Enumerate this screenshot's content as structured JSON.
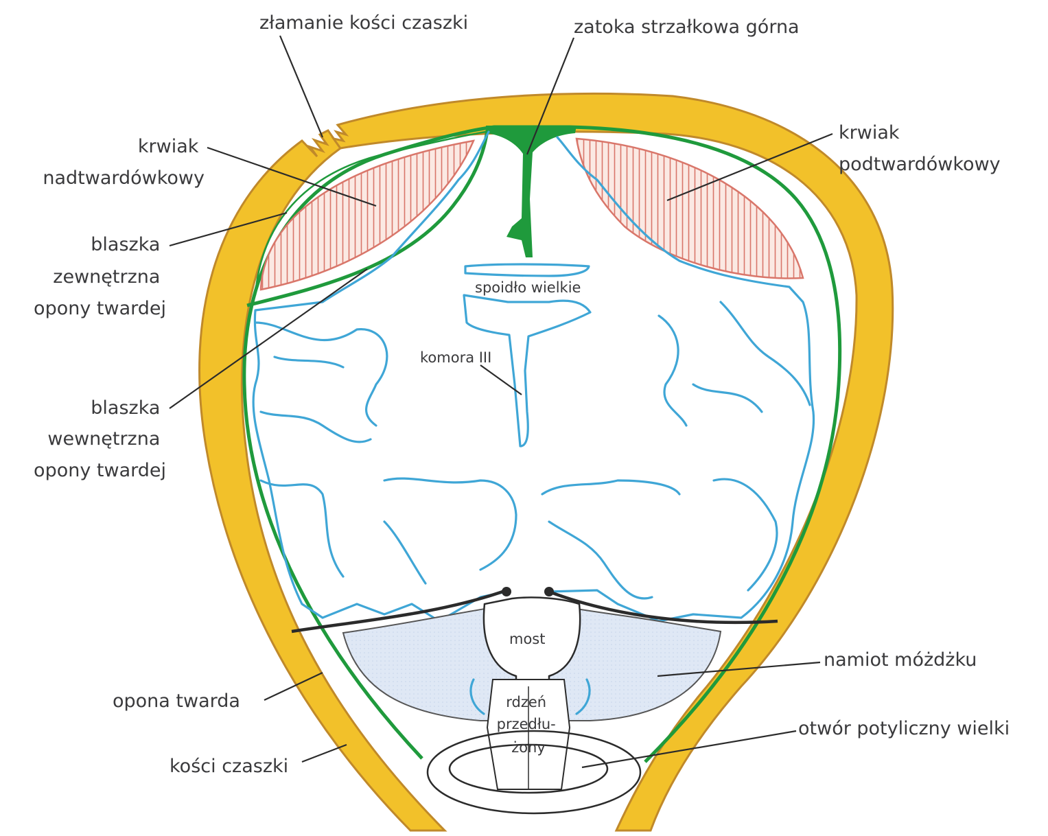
{
  "labels": {
    "skull_fracture": "złamanie kości czaszki",
    "superior_sagittal_sinus": "zatoka strzałkowa górna",
    "epidural_hematoma": [
      "krwiak",
      "nadtwardówkowy"
    ],
    "subdural_hematoma": [
      "krwiak",
      "podtwardówkowy"
    ],
    "outer_dura_layer": [
      "blaszka",
      "zewnętrzna",
      "opony twardej"
    ],
    "inner_dura_layer": [
      "blaszka",
      "wewnętrzna",
      "opony twardej"
    ],
    "corpus_callosum": "spoidło wielkie",
    "third_ventricle": "komora III",
    "pons": "most",
    "tentorium": "namiot móżdżku",
    "dura_mater": "opona twarda",
    "medulla": [
      "rdzeń",
      "przedłu-",
      "żony"
    ],
    "foramen_magnum": "otwór potyliczny wielki",
    "skull_bones": "kości czaszki"
  },
  "colors": {
    "bone": "#f2c12a",
    "dura": "#1f9a3c",
    "sulci": "#3fa6d6",
    "hematoma_hatch": "#d9766a",
    "cerebellum": "#dfe8f5",
    "leader": "#2b2b2b"
  }
}
